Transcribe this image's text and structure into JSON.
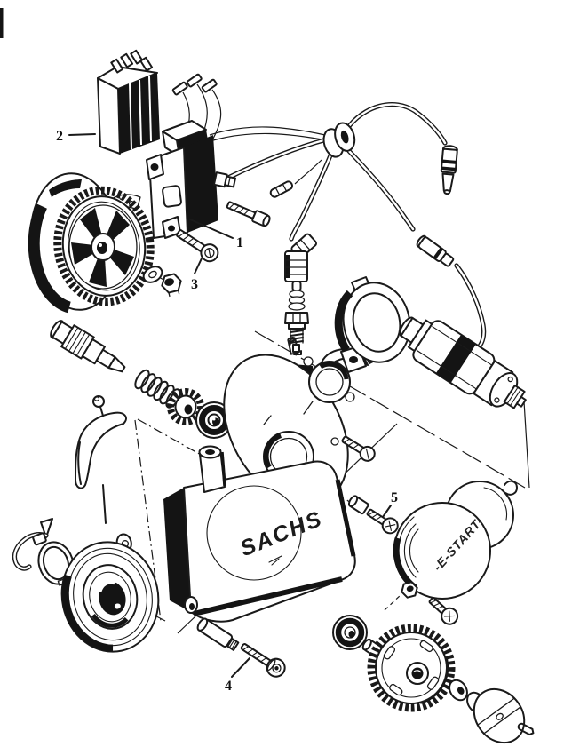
{
  "diagram": {
    "callouts": [
      {
        "number": "1"
      },
      {
        "number": "2"
      },
      {
        "number": "3"
      },
      {
        "number": "4"
      },
      {
        "number": "5"
      }
    ],
    "engravings": {
      "crankcase_cover": "SACHS",
      "starter_cover": "-E-START-"
    },
    "colors": {
      "background": "#ffffff",
      "ink": "#1a1a1a"
    }
  }
}
